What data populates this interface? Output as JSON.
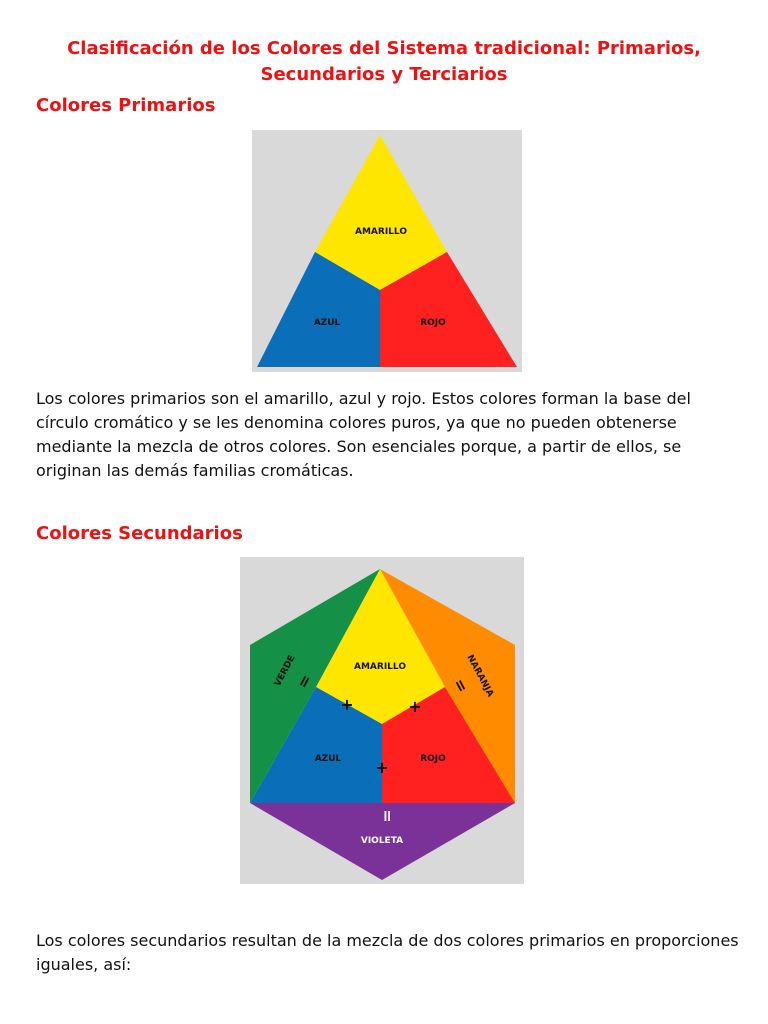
{
  "document": {
    "title": "Clasificación de los Colores del Sistema tradicional: Primarios, Secundarios y Terciarios"
  },
  "primarios": {
    "heading": "Colores Primarios",
    "figure_labels": {
      "amarillo": "AMARILLO",
      "azul": "AZUL",
      "rojo": "ROJO"
    },
    "paragraph": "Los colores primarios son el amarillo, azul y rojo. Estos colores forman la base del círculo cromático y se les denomina colores puros, ya que no pueden obtenerse mediante la mezcla de otros colores. Son esenciales porque, a partir de ellos, se originan las demás familias cromáticas."
  },
  "secundarios": {
    "heading": "Colores Secundarios",
    "figure_labels": {
      "amarillo": "AMARILLO",
      "azul": "AZUL",
      "rojo": "ROJO",
      "verde": "VERDE",
      "naranja": "NARANJA",
      "violeta": "VIOLETA",
      "plus": "+",
      "equals": "="
    },
    "paragraph": "Los colores secundarios resultan de la mezcla de dos colores primarios en proporciones iguales, así:"
  },
  "colors": {
    "heading_red": "#ee1111",
    "yellow": "#ffe600",
    "blue": "#0a6fb8",
    "red": "#ff2020",
    "green": "#149146",
    "orange": "#ff8c00",
    "violet": "#7b3298",
    "figure_bg": "#d9d9d9"
  }
}
